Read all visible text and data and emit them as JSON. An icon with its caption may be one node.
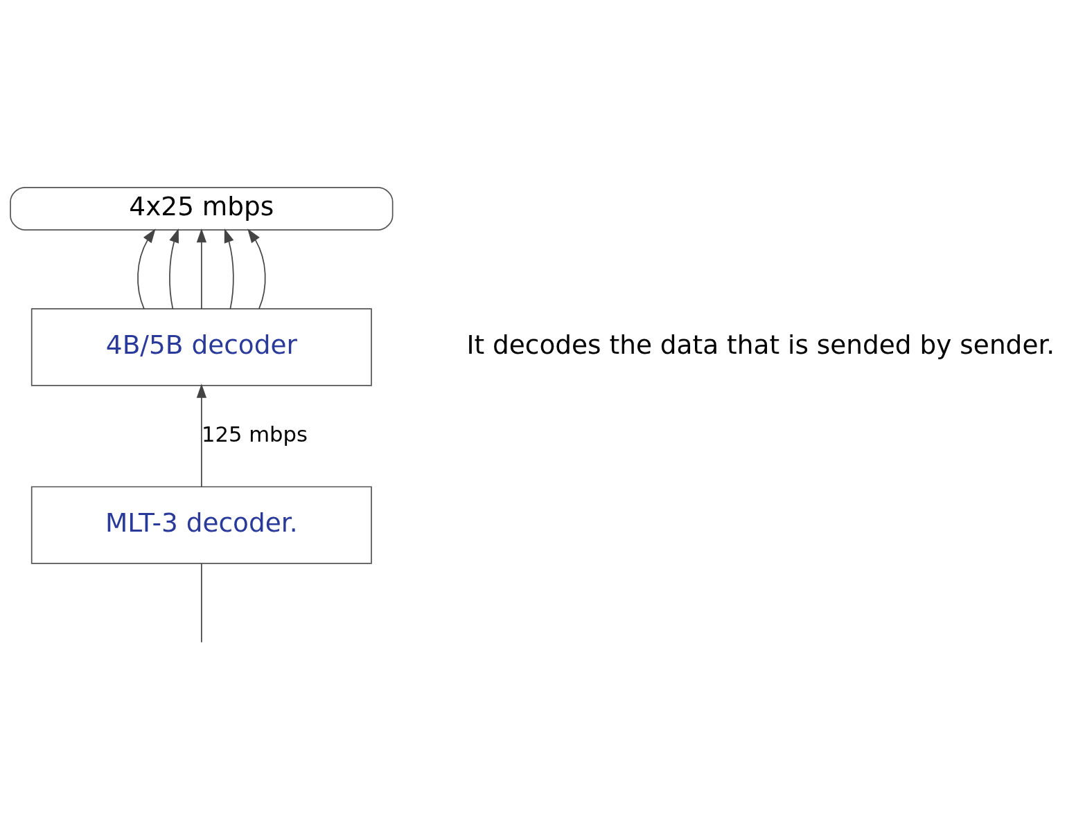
{
  "diagram": {
    "nodes": [
      {
        "text": [
          "4x25 mbps"
        ]
      },
      {
        "text": [
          "4B/5B decoder"
        ]
      },
      {
        "text": [
          "MLT-3 decoder."
        ]
      }
    ],
    "edges": [
      {
        "from": 1,
        "to": 0,
        "arrow": "to"
      },
      {
        "from": 1,
        "to": 0,
        "arrow": "to"
      },
      {
        "from": 1,
        "to": 0,
        "arrow": "to"
      },
      {
        "from": 1,
        "to": 0,
        "arrow": "to"
      },
      {
        "from": 1,
        "to": 0,
        "arrow": "to"
      },
      {
        "from": 2,
        "to": 1,
        "arrow": "to",
        "label": "125 mbps"
      },
      {
        "from": null,
        "to": 2,
        "arrow": "none"
      }
    ],
    "labels": [
      "It decodes the data that is sended by sender."
    ]
  }
}
